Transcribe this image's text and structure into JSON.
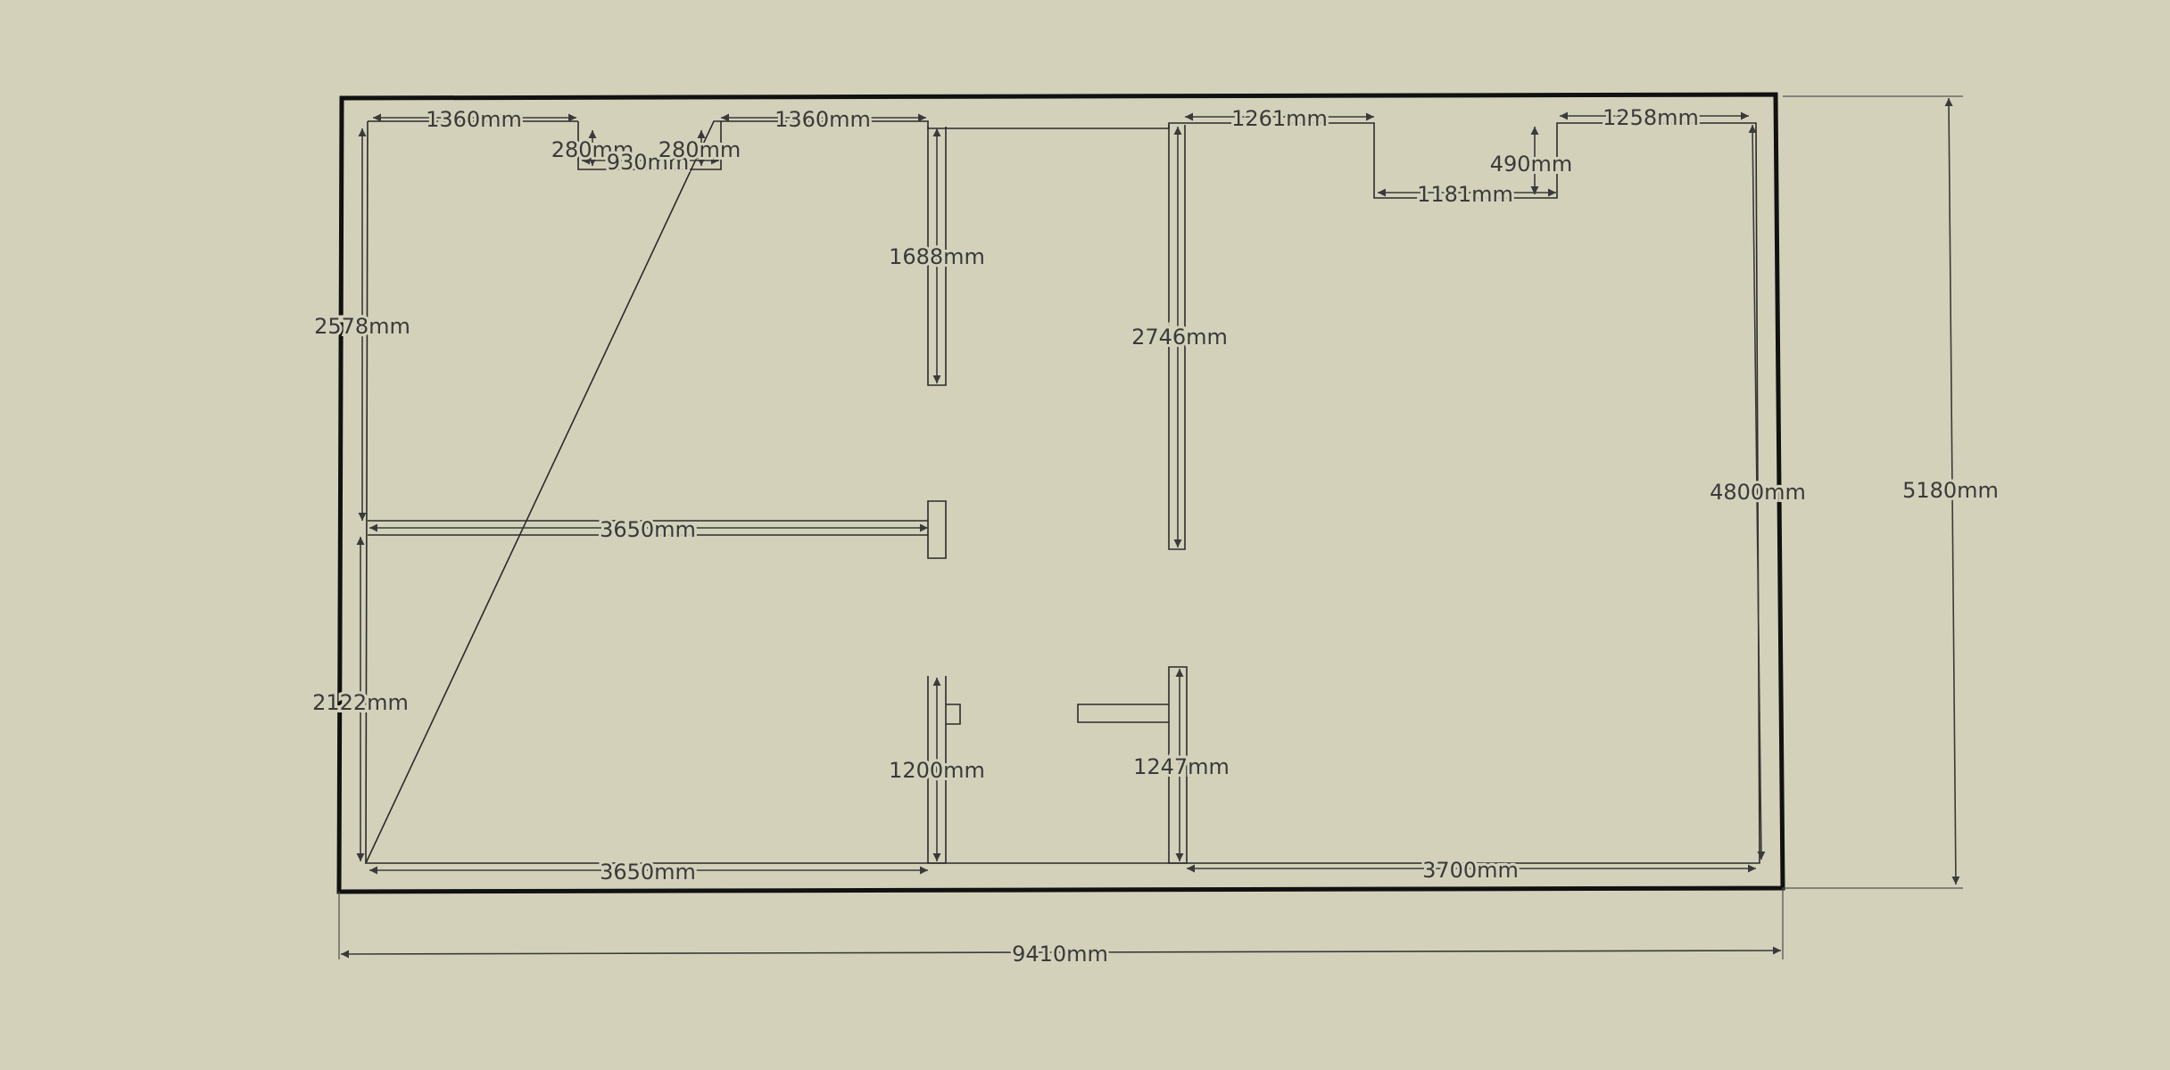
{
  "dimensions": {
    "overall_width": "9410mm",
    "overall_depth": "5180mm",
    "inner_right_depth": "4800mm",
    "top_left_segment": "1360mm",
    "top_middle_segment": "1360mm",
    "top_right_left_segment": "1261mm",
    "top_right_segment": "1258mm",
    "window_width": "930mm",
    "window_jamb_left": "280mm",
    "window_jamb_right": "280mm",
    "notch_width": "1181mm",
    "notch_depth": "490mm",
    "left_upper_depth": "2578mm",
    "left_lower_depth": "2122mm",
    "middle_partition_width": "3650mm",
    "bottom_left_width": "3650mm",
    "bottom_right_width": "3700mm",
    "center_wall_top_length": "1688mm",
    "center_wall_bottom_length": "1200mm",
    "right_partition_top_length": "2746mm",
    "right_partition_bottom_length": "1247mm"
  }
}
